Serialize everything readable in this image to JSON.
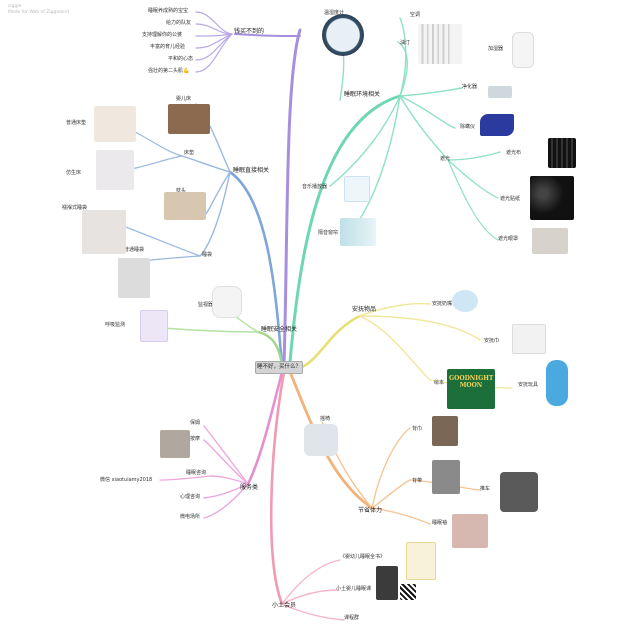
{
  "watermark": {
    "line1": "ziggle",
    "line2": "Made for Web of Zigglebird"
  },
  "center": {
    "label": "睡不好，买什么？"
  },
  "branches": {
    "cant_buy": {
      "title": "钱买不到的",
      "color": "#a58fde",
      "items": [
        "睡眠养成熟的宝宝",
        "给力的队友",
        "支持理解你的公婆",
        "丰富的育儿经验",
        "平和的心态",
        "强壮的第二头肌💪"
      ]
    },
    "environment": {
      "title": "睡眠环境相关",
      "color": "#6fd6b3",
      "items": {
        "thermometer": "温湿度计",
        "ac": "空调",
        "heater": "油汀",
        "humidifier": "加湿器",
        "purifier": "净化器",
        "mite": "除螨仪",
        "shade": "遮光",
        "shade_cloth": "遮光布",
        "shade_sticker": "遮光贴纸",
        "eye_mask": "遮光眼罩",
        "music": "音乐播放器",
        "curtain": "隔音窗帘"
      }
    },
    "sleep_direct": {
      "title": "睡眠直接相关",
      "color": "#7fa6d8",
      "items": {
        "crib": "婴儿床",
        "bed": "床垫",
        "normal_bed": "普通床垫",
        "sleep_posture": "仿生床",
        "pillow": "枕头",
        "swaddle_bag": "襁褓式睡袋",
        "normal_sleepbag": "普通睡袋",
        "sleepbag": "睡袋"
      }
    },
    "safety": {
      "title": "睡眠安全相关",
      "color": "#9fd88a",
      "items": {
        "monitor": "监视器",
        "breath": "呼吸监测"
      }
    },
    "comfort": {
      "title": "安抚物品",
      "color": "#e8df73",
      "items": {
        "pacifier": "安抚奶嘴",
        "blanket": "安抚巾",
        "book": "绘本",
        "toy": "安抚玩具"
      }
    },
    "save_energy": {
      "title": "节省体力",
      "color": "#f2b27a",
      "items": {
        "rocker": "摇椅",
        "sling": "背巾",
        "carrier": "背带",
        "stroller": "推车",
        "sleeve": "睡眠袖"
      }
    },
    "service": {
      "title": "服务类",
      "color": "#e58fd1",
      "items": {
        "nanny": "保姆",
        "massage": "按摩",
        "consult": "睡眠咨询",
        "wechat": "微信 xiaotuiamy2018",
        "mental": "心理咨询",
        "online": "微电场所"
      }
    },
    "xiaotu": {
      "title": "小土会员",
      "color": "#f29ab2",
      "items": {
        "book": "《婴幼儿睡眠全书》",
        "course": "小土婴儿睡眠课",
        "group": "课程群"
      }
    }
  },
  "book_cover": {
    "title": "GOODNIGHT MOON"
  }
}
